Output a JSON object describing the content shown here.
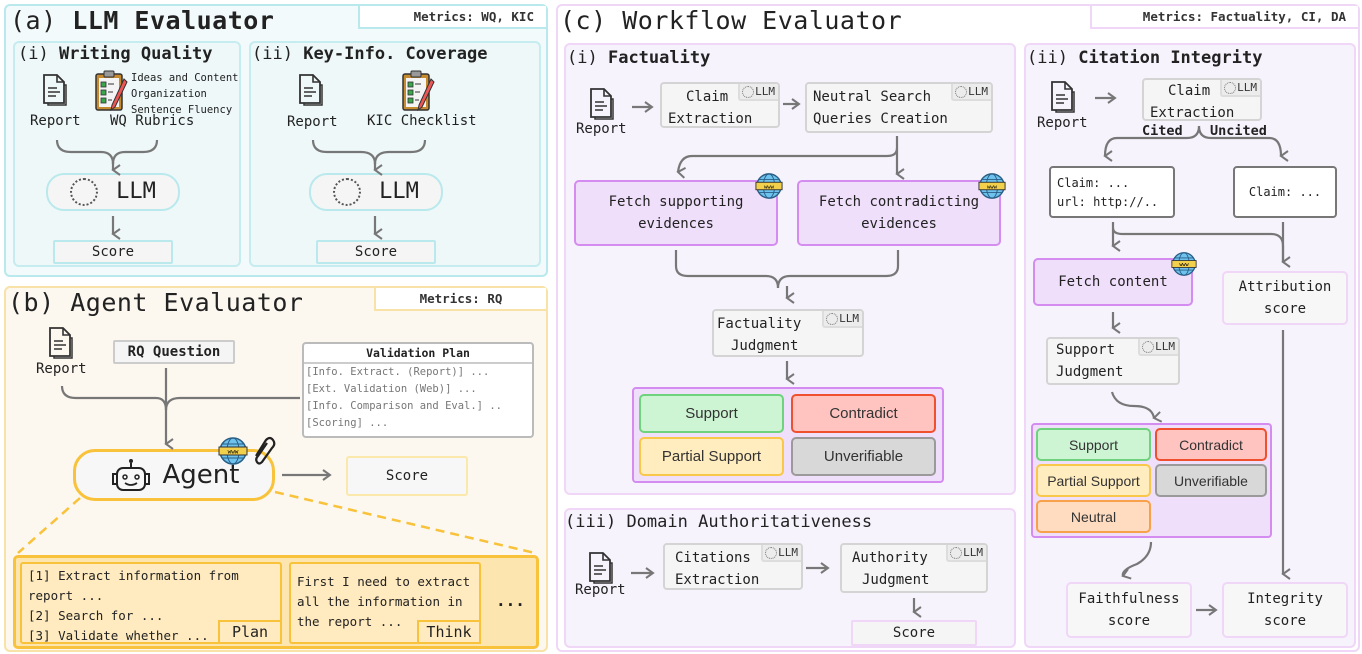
{
  "colors": {
    "llm_border": "#b9e9ec",
    "llm_bg": "#f2fafb",
    "agent_border": "#f9d98a",
    "agent_bg": "#fcf7ef",
    "agent_accent": "#f8c23a",
    "workflow_border": "#f0d6f7",
    "workflow_bg": "#f7f3fd",
    "fetch_border": "#d58cf0",
    "fetch_bg": "#f0dffb",
    "support": "#cdf5d3",
    "support_border": "#6fd27c",
    "contradict": "#ffc4c0",
    "contradict_border": "#f0502e",
    "partial": "#ffecbf",
    "partial_border": "#f9c84b",
    "unverifiable": "#d8d8d8",
    "unverifiable_border": "#9a9a9a",
    "neutral": "#ffdcc0",
    "neutral_border": "#f7a24a"
  },
  "llm_evaluator": {
    "title_prefix": "(a)",
    "title": "LLM Evaluator",
    "metrics": "Metrics: WQ, KIC",
    "writing_quality": {
      "title_prefix": "(i)",
      "title": "Writing Quality",
      "report_label": "Report",
      "rubrics_label": "WQ Rubrics",
      "rubric_items": [
        "Ideas and Content",
        "Organization",
        "Sentence Fluency"
      ],
      "llm_label": "LLM",
      "score_label": "Score"
    },
    "key_info_coverage": {
      "title_prefix": "(ii)",
      "title": "Key-Info. Coverage",
      "report_label": "Report",
      "checklist_label": "KIC Checklist",
      "llm_label": "LLM",
      "score_label": "Score"
    }
  },
  "agent_evaluator": {
    "title_prefix": "(b)",
    "title": "Agent Evaluator",
    "metrics": "Metrics: RQ",
    "report_label": "Report",
    "rq_question": "RQ Question",
    "validation_plan": {
      "title": "Validation Plan",
      "items": [
        "[Info. Extract. (Report)] ...",
        "[Ext. Validation (Web)] ...",
        "[Info. Comparison and Eval.] ..",
        "[Scoring] ..."
      ]
    },
    "agent_label": "Agent",
    "score_label": "Score",
    "plan": {
      "lines": [
        "[1] Extract information from",
        "report ...",
        "[2] Search for ...",
        "[3] Validate whether ..."
      ],
      "tag": "Plan"
    },
    "think": {
      "lines": [
        "First I need to extract",
        "all the information in",
        "the report ..."
      ],
      "tag": "Think"
    },
    "ellipsis": "..."
  },
  "workflow_evaluator": {
    "title_prefix": "(c)",
    "title": "Workflow Evaluator",
    "metrics": "Metrics: Factuality, CI, DA",
    "factuality": {
      "title_prefix": "(i)",
      "title": "Factuality",
      "report_label": "Report",
      "claim_extraction": [
        "Claim",
        "Extraction"
      ],
      "neutral_search": [
        "Neutral Search",
        "Queries Creation"
      ],
      "fetch_supporting": [
        "Fetch supporting",
        "evidences"
      ],
      "fetch_contradicting": [
        "Fetch contradicting",
        "evidences"
      ],
      "judgment": [
        "Factuality",
        "Judgment"
      ],
      "llm_tag": "LLM",
      "categories": [
        "Support",
        "Contradict",
        "Partial Support",
        "Unverifiable"
      ]
    },
    "citation_integrity": {
      "title_prefix": "(ii)",
      "title": "Citation Integrity",
      "report_label": "Report",
      "claim_extraction": [
        "Claim",
        "Extraction"
      ],
      "cited_label": "Cited",
      "uncited_label": "Uncited",
      "cited_claim": [
        "Claim: ...",
        "url: http://.."
      ],
      "uncited_claim": "Claim: ...",
      "fetch_content": "Fetch content",
      "attribution_score": [
        "Attribution",
        "score"
      ],
      "support_judgment": [
        "Support",
        "Judgment"
      ],
      "llm_tag": "LLM",
      "categories": [
        "Support",
        "Contradict",
        "Partial Support",
        "Unverifiable",
        "Neutral"
      ],
      "faithfulness_score": [
        "Faithfulness",
        "score"
      ],
      "integrity_score": [
        "Integrity",
        "score"
      ]
    },
    "domain_authoritativeness": {
      "title_prefix": "(iii)",
      "title": "Domain Authoritativeness",
      "report_label": "Report",
      "citations_extraction": [
        "Citations",
        "Extraction"
      ],
      "authority_judgment": [
        "Authority",
        "Judgment"
      ],
      "llm_tag": "LLM",
      "score_label": "Score"
    }
  }
}
